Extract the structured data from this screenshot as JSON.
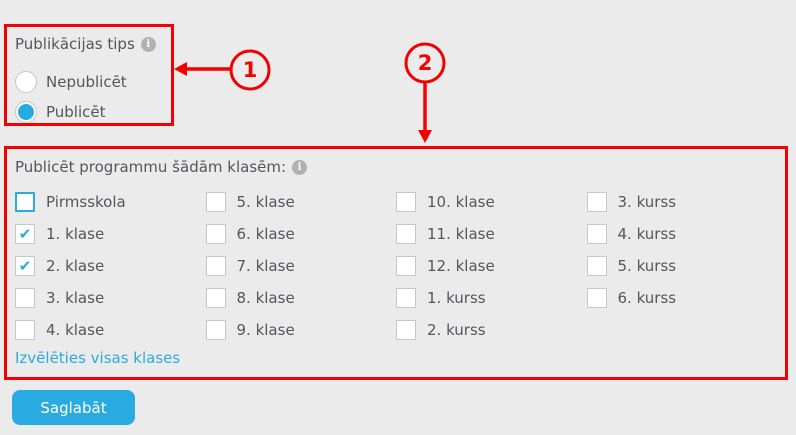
{
  "colors": {
    "accent": "#29abe2",
    "annotation": "#f40000",
    "background": "#ebebeb",
    "text": "#55565a"
  },
  "icons": {
    "info": "i",
    "check": "✔"
  },
  "annotations": {
    "callout1": "1",
    "callout2": "2"
  },
  "publication_type": {
    "title": "Publikācijas tips",
    "options": [
      {
        "label": "Nepublicēt",
        "selected": false
      },
      {
        "label": "Publicēt",
        "selected": true
      }
    ]
  },
  "classes_section": {
    "title": "Publicēt programmu šādām klasēm:",
    "select_all_label": "Izvēlēties visas klases",
    "columns": [
      [
        {
          "label": "Pirmsskola",
          "checked": false,
          "focused": true
        },
        {
          "label": "1. klase",
          "checked": true
        },
        {
          "label": "2. klase",
          "checked": true
        },
        {
          "label": "3. klase",
          "checked": false
        },
        {
          "label": "4. klase",
          "checked": false
        }
      ],
      [
        {
          "label": "5. klase",
          "checked": false
        },
        {
          "label": "6. klase",
          "checked": false
        },
        {
          "label": "7. klase",
          "checked": false
        },
        {
          "label": "8. klase",
          "checked": false
        },
        {
          "label": "9. klase",
          "checked": false
        }
      ],
      [
        {
          "label": "10. klase",
          "checked": false
        },
        {
          "label": "11. klase",
          "checked": false
        },
        {
          "label": "12. klase",
          "checked": false
        },
        {
          "label": "1. kurss",
          "checked": false
        },
        {
          "label": "2. kurss",
          "checked": false
        }
      ],
      [
        {
          "label": "3. kurss",
          "checked": false
        },
        {
          "label": "4. kurss",
          "checked": false
        },
        {
          "label": "5. kurss",
          "checked": false
        },
        {
          "label": "6. kurss",
          "checked": false
        }
      ]
    ]
  },
  "save_button": {
    "label": "Saglabāt"
  }
}
